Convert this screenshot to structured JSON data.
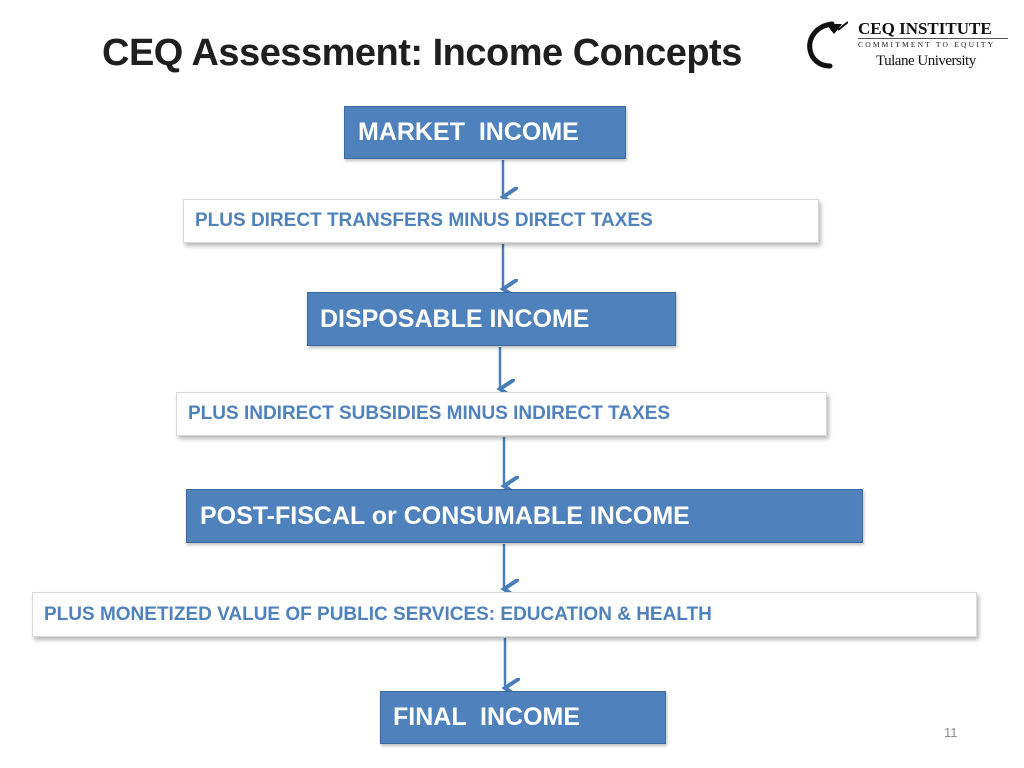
{
  "slide": {
    "title": "CEQ Assessment: Income Concepts",
    "page_number": "11"
  },
  "logo": {
    "name": "CEQ INSTITUTE",
    "tagline": "COMMITMENT TO EQUITY",
    "university": "Tulane University"
  },
  "flow": {
    "market_income": "MARKET  INCOME",
    "direct_step": "PLUS DIRECT TRANSFERS MINUS DIRECT TAXES",
    "disposable_income": "DISPOSABLE INCOME",
    "indirect_step": "PLUS INDIRECT SUBSIDIES MINUS INDIRECT TAXES",
    "consumable_income": "POST-FISCAL or CONSUMABLE INCOME",
    "services_step": "PLUS MONETIZED VALUE OF PUBLIC SERVICES: EDUCATION & HEALTH",
    "final_income": "FINAL  INCOME"
  },
  "colors": {
    "box_blue": "#4f81bd",
    "arrow_blue": "#4a7ebb"
  }
}
